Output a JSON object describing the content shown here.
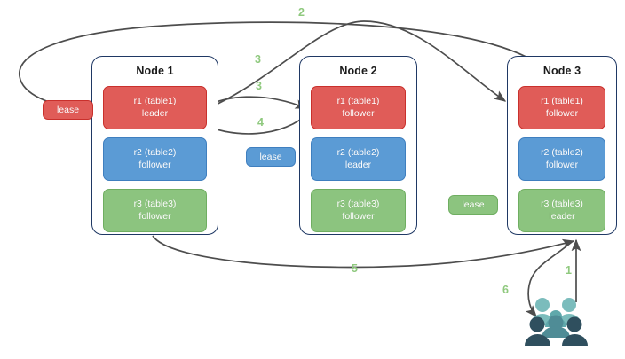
{
  "diagram": {
    "title": "Multi-Raft lease / request routing diagram",
    "colors": {
      "replica_red": "#e05c58",
      "replica_blue": "#5b9bd5",
      "replica_green": "#8cc47f",
      "node_border": "#1f3864",
      "arrow": "#4d4d4d",
      "step_label": "#8fc97e",
      "users_light": "#7bbcbc",
      "users_mid": "#4f8c96",
      "users_dark": "#2f4f5e"
    }
  },
  "nodes": [
    {
      "id": "node1",
      "title": "Node 1",
      "replicas": [
        {
          "name": "r1 (table1)",
          "role": "leader",
          "color": "red"
        },
        {
          "name": "r2 (table2)",
          "role": "follower",
          "color": "blue"
        },
        {
          "name": "r3 (table3)",
          "role": "follower",
          "color": "green"
        }
      ]
    },
    {
      "id": "node2",
      "title": "Node 2",
      "replicas": [
        {
          "name": "r1 (table1)",
          "role": "follower",
          "color": "red"
        },
        {
          "name": "r2 (table2)",
          "role": "leader",
          "color": "blue"
        },
        {
          "name": "r3 (table3)",
          "role": "follower",
          "color": "green"
        }
      ]
    },
    {
      "id": "node3",
      "title": "Node 3",
      "replicas": [
        {
          "name": "r1 (table1)",
          "role": "follower",
          "color": "red"
        },
        {
          "name": "r2 (table2)",
          "role": "follower",
          "color": "blue"
        },
        {
          "name": "r3 (table3)",
          "role": "leader",
          "color": "green"
        }
      ]
    }
  ],
  "leases": [
    {
      "id": "lease-r1",
      "label": "lease",
      "color": "red"
    },
    {
      "id": "lease-r2",
      "label": "lease",
      "color": "blue"
    },
    {
      "id": "lease-r3",
      "label": "lease",
      "color": "green"
    }
  ],
  "steps": [
    {
      "id": "step-1",
      "label": "1"
    },
    {
      "id": "step-2",
      "label": "2"
    },
    {
      "id": "step-3a",
      "label": "3"
    },
    {
      "id": "step-3b",
      "label": "3"
    },
    {
      "id": "step-4",
      "label": "4"
    },
    {
      "id": "step-5",
      "label": "5"
    },
    {
      "id": "step-6",
      "label": "6"
    }
  ],
  "icons": {
    "users": "users-group-icon"
  }
}
